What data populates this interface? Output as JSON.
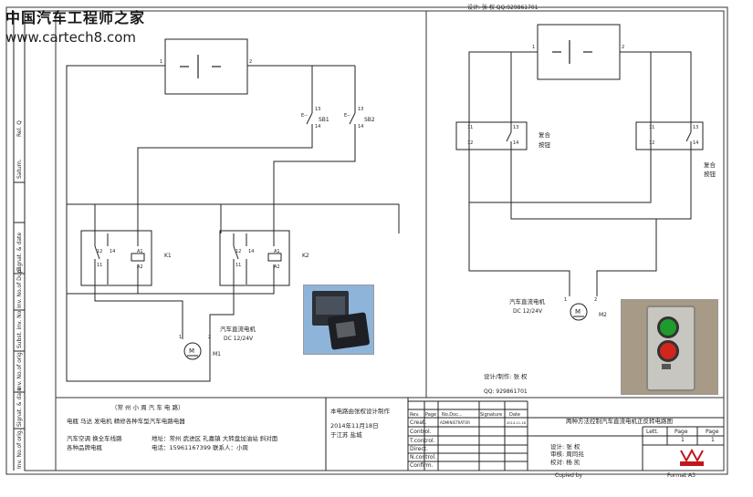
{
  "watermark": {
    "line1": "中国汽车工程师之家",
    "line2": "www.cartech8.com"
  },
  "side_labels": [
    "Rel.  Q",
    "Saturn.",
    "Signat.  & date",
    "Inv.  No.of Dupl.",
    "Subst.  inv.  No.",
    "Inv.  No.of orig.",
    "Signat.  & date",
    "Inv.  No.of orig."
  ],
  "top_fragment": "设计:  张     权     QQ:929861701",
  "diagram_left": {
    "sb1": "SB1",
    "sb2": "SB2",
    "k1": "K1",
    "k2": "K2",
    "motor_label": "汽车直流电机",
    "motor_spec": "DC  12/24V",
    "m1": "M1",
    "m": "M"
  },
  "diagram_right": {
    "combo_label_1": [
      "复合",
      "按钮"
    ],
    "combo_label_2": [
      "复合",
      "按钮"
    ],
    "motor_label": "汽车直流电机",
    "motor_spec": "DC  12/24V",
    "m2": "M2",
    "m": "M",
    "designer": "设计/制作:  张     权",
    "qq": "QQ:  929861701"
  },
  "title_block": {
    "header": "（常        州        小        周        汽        车        电        路）",
    "line1": "电瓶      马达      发电机         精修各种车型汽车电路电器",
    "line2a": "汽车空调  换全车线路",
    "line2b": "各种品牌电瓶",
    "addr": "地址：常州 武进区   礼嘉镇   大转盘加油站 斜对面",
    "tel": "电话：15961167399   联系人：小周",
    "made_by": "本电路由张权设计制作",
    "date": "2014年11月18日",
    "place": "于江苏  盐城",
    "grid_headers": [
      "Rev.",
      "Page",
      "No.Doc...",
      "Signature",
      "Date"
    ],
    "grid_rows": [
      "Creat.",
      "Control.",
      "T.control.",
      "Direct.",
      "N.control.",
      "Confirm."
    ],
    "admin": "ADMINISTRATOR",
    "admin_date": "2014-11-18",
    "drawing_title": "两种方法控制汽车直流电机正反转电路图",
    "design": "设计:  张      权",
    "review": "审核:  周同兆",
    "check": "校对:  杨      凯",
    "lett": "Lett.",
    "page": "Page",
    "pages": "Page",
    "page_val": "1",
    "pages_val": "1",
    "copied_by": "Copied  by",
    "format": "Format   A3"
  }
}
